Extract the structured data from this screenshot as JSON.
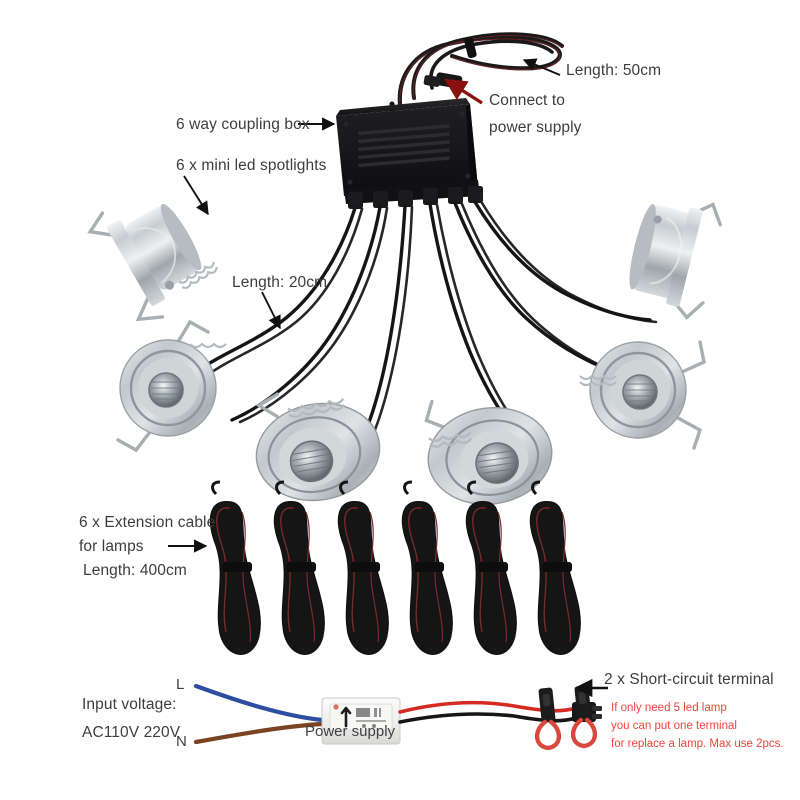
{
  "diagram": {
    "title": "6 way LED mini spotlight kit wiring diagram",
    "background_color": "#ffffff",
    "callout_text_color": "#3d3d3d",
    "warning_text_color": "#f2443d",
    "arrow_color": "#111111",
    "red_arrow_color": "#8a0f0f"
  },
  "labels": {
    "coupling_box": "6 way coupling box",
    "spotlights": "6 x mini led spotlights",
    "length_50": "Length: 50cm",
    "connect_line1": "Connect to",
    "connect_line2": "power supply",
    "length_20": "Length: 20cm",
    "extension_line1": "6 x Extension cable",
    "extension_line2": "for lamps",
    "extension_line3": "Length: 400cm",
    "input_voltage_line1": "Input voltage:",
    "input_voltage_line2": "AC110V 220V",
    "terminal": "2 x Short-circuit terminal",
    "note_line1": "If only need 5 led lamp",
    "note_line2": "you can put one terminal",
    "note_line3": "for replace a lamp. Max use 2pcs.",
    "live_wire": "L",
    "neutral_wire": "N",
    "power_supply": "Power supply"
  },
  "components": {
    "coupling_box": {
      "name": "6 way coupling box",
      "color": "#141414",
      "ports": 6,
      "vent_ribs": 5
    },
    "spotlights": {
      "count": 6,
      "body_color": "#c8cdd0",
      "bezel_color": "#b9bfc3",
      "lens_color": "#8d9498",
      "clip_color": "#aeb4b8",
      "pigtail_length": "20cm"
    },
    "extension_cables": {
      "count": 6,
      "length": "400cm",
      "jacket_color": "#1a1a1a",
      "stripe_color": "#7a2b2b"
    },
    "mains_input": {
      "live_color": "#2d4fa2",
      "neutral_color": "#7a4422",
      "voltage": "AC110V 220V"
    },
    "power_supply": {
      "body_color": "#f2f2f0",
      "output_positive_color": "#d42a22",
      "output_negative_color": "#161616"
    },
    "short_circuit_terminals": {
      "count": 2,
      "body_color": "#1c1c1c",
      "loop_color": "#d9483f"
    },
    "input_cable": {
      "length": "50cm",
      "jacket_color": "#1a1a1a",
      "stripe_color": "#6e2424"
    }
  }
}
